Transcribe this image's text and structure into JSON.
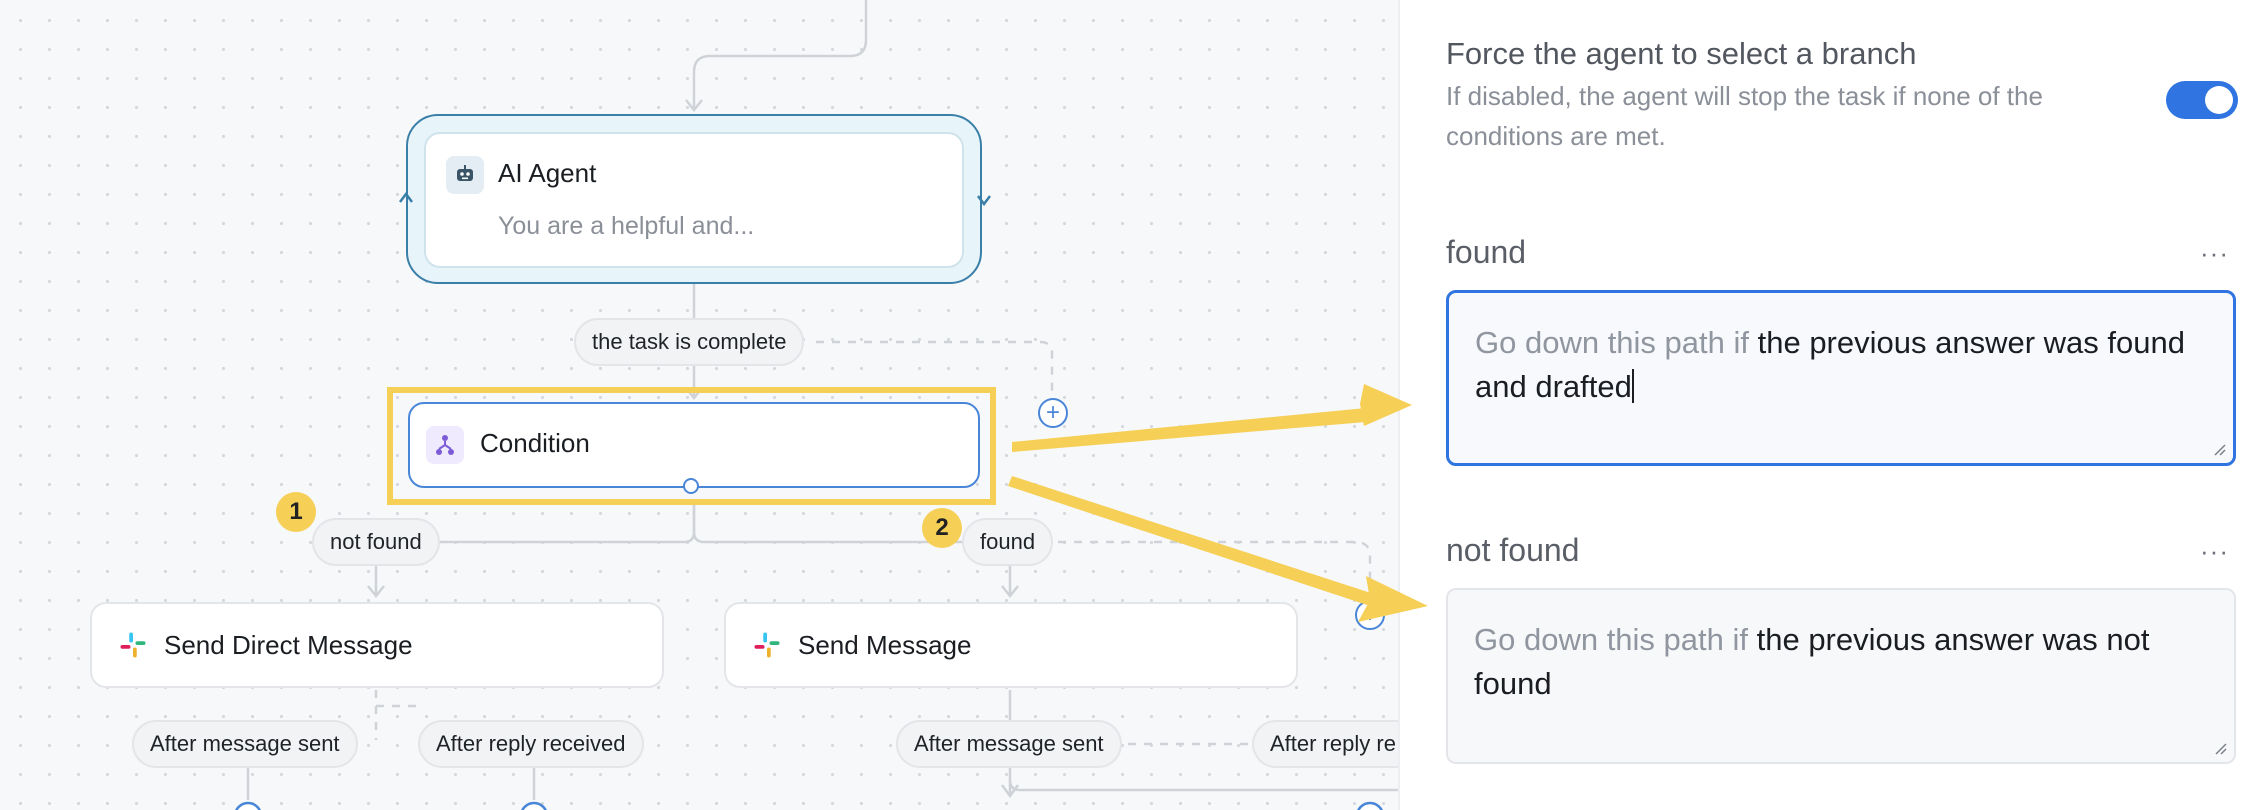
{
  "canvas": {
    "ai_agent": {
      "title": "AI Agent",
      "subtitle": "You are a helpful and..."
    },
    "edge_task_complete": "the task is complete",
    "condition": {
      "title": "Condition"
    },
    "badges": [
      "1",
      "2"
    ],
    "branch_not_found": "not found",
    "branch_found": "found",
    "send_direct_message": {
      "title": "Send Direct Message",
      "icon": "slack-icon"
    },
    "send_message": {
      "title": "Send Message",
      "icon": "slack-icon"
    },
    "edges_bottom": [
      "After message sent",
      "After reply received",
      "After message sent",
      "After reply re"
    ]
  },
  "panel": {
    "force_title": "Force the agent to select a branch",
    "force_desc": "If disabled, the agent will stop the task if none of the conditions are met.",
    "force_enabled": true,
    "branches": [
      {
        "label": "found",
        "prefix": "Go down this path if",
        "value": "the previous answer was found and drafted",
        "focused": true
      },
      {
        "label": "not found",
        "prefix": "Go down this path if",
        "value": "the previous answer was not found",
        "focused": false
      }
    ],
    "more_label": "···"
  },
  "colors": {
    "highlight": "#f6cf57",
    "accent": "#2f74e0",
    "agent_frame": "#3a7fa8"
  }
}
